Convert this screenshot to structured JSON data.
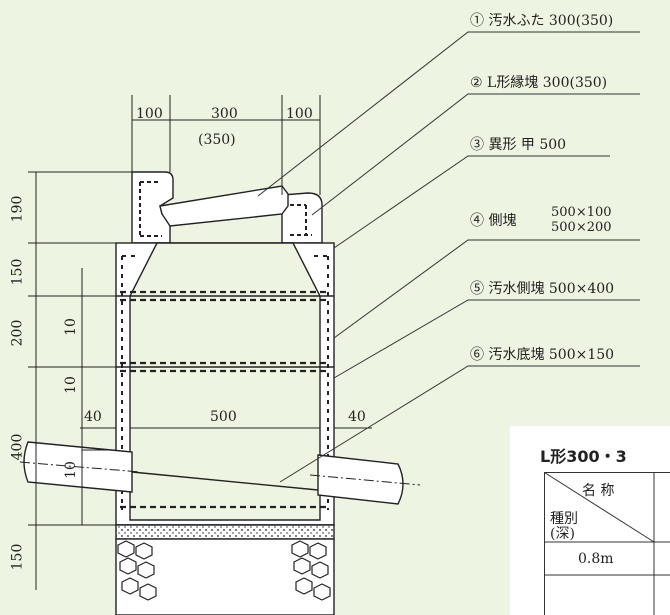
{
  "labels": [
    {
      "num": "①",
      "text": "汚水ふた 300(350)"
    },
    {
      "num": "②",
      "text": "L形縁塊 300(350)"
    },
    {
      "num": "③",
      "text": "異形 甲 500"
    },
    {
      "num": "④",
      "text": "側塊",
      "sizes": [
        "500×100",
        "500×200"
      ]
    },
    {
      "num": "⑤",
      "text": "汚水側塊 500×400"
    },
    {
      "num": "⑥",
      "text": "汚水底塊 500×150"
    }
  ],
  "dimensions": {
    "top": [
      "100",
      "300",
      "(350)",
      "100"
    ],
    "left": [
      "190",
      "150",
      "200",
      "400",
      "150"
    ],
    "inner_ten_a": "10",
    "inner_ten_b": "10",
    "pipe_ten": "10",
    "wall_left": "40",
    "wall_right": "40",
    "inner_width": "500"
  },
  "table": {
    "title": "L形300・3",
    "header_name": "名 称",
    "header_type": "種別",
    "header_depth": "(深)",
    "rows": [
      "0.8m"
    ]
  },
  "colors": {
    "background": "#eef4e2",
    "line": "#222222",
    "leader": "#333333"
  }
}
